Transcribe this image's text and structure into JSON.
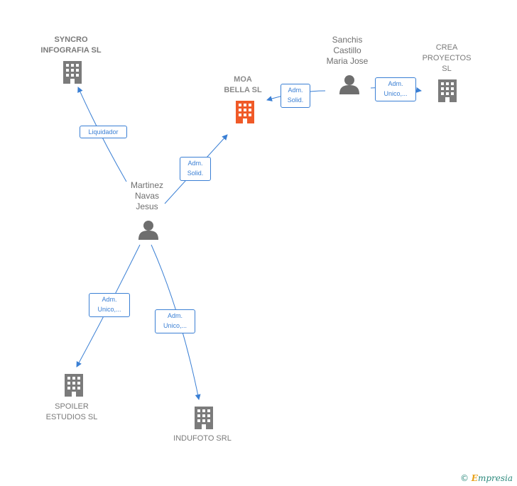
{
  "nodes": {
    "syncro": {
      "label": "SYNCRO\nINFOGRAFIA SL",
      "kind": "company"
    },
    "moa": {
      "label": "MOA\nBELLA  SL",
      "kind": "company-focus"
    },
    "crea": {
      "label": "CREA\nPROYECTOS\nSL",
      "kind": "company"
    },
    "spoiler": {
      "label": "SPOILER\nESTUDIOS  SL",
      "kind": "company"
    },
    "indufoto": {
      "label": "INDUFOTO SRL",
      "kind": "company"
    },
    "martinez": {
      "label": "Martinez\nNavas\nJesus",
      "kind": "person"
    },
    "sanchis": {
      "label": "Sanchis\nCastillo\nMaria Jose",
      "kind": "person"
    }
  },
  "edges": {
    "liquidador": {
      "label": "Liquidador"
    },
    "martinez_moa": {
      "label": "Adm.\nSolid."
    },
    "sanchis_moa": {
      "label": "Adm.\nSolid."
    },
    "sanchis_crea": {
      "label": "Adm.\nUnico,..."
    },
    "martinez_spoiler": {
      "label": "Adm.\nUnico,..."
    },
    "martinez_indufoto": {
      "label": "Adm.\nUnico,..."
    }
  },
  "colors": {
    "edge": "#3a7fd4",
    "company_icon": "#7b7b7b",
    "focus_icon": "#f05a28",
    "person_icon": "#6e6e6e"
  },
  "footer": {
    "copyright_symbol": "©",
    "brand_first": "E",
    "brand_rest": "mpresia"
  }
}
